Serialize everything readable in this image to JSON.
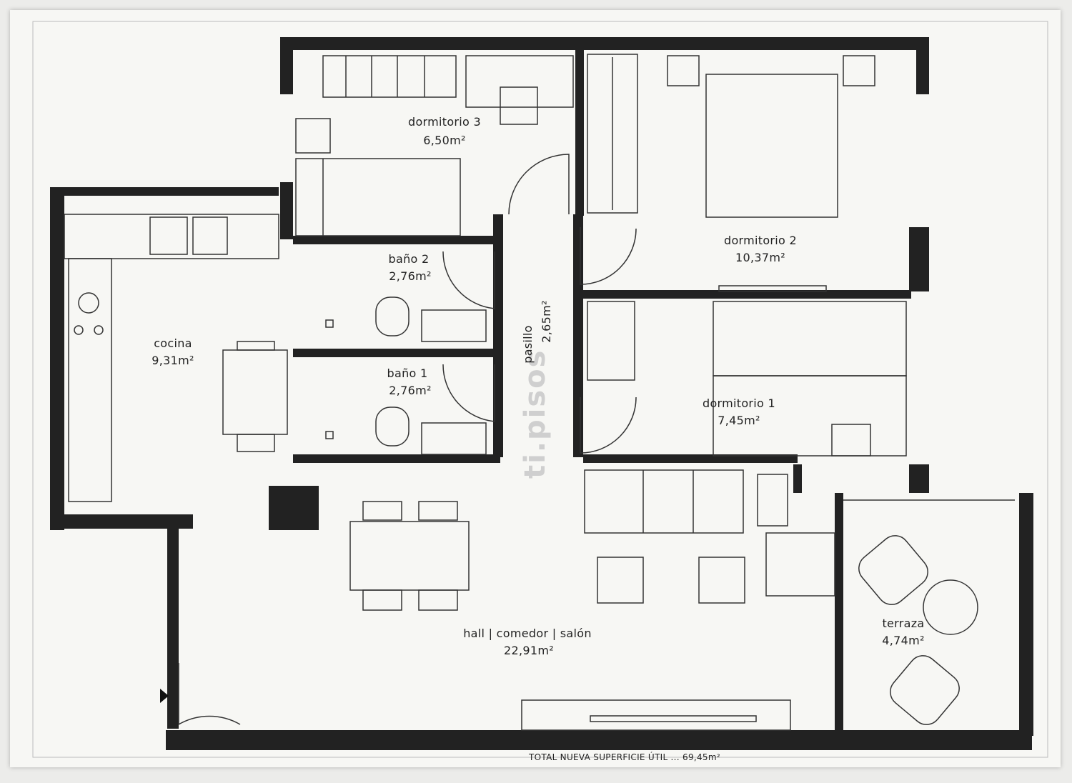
{
  "rooms": {
    "dormitorio3": {
      "name": "dormitorio 3",
      "area": "6,50m²"
    },
    "dormitorio2": {
      "name": "dormitorio 2",
      "area": "10,37m²"
    },
    "dormitorio1": {
      "name": "dormitorio 1",
      "area": "7,45m²"
    },
    "bano2": {
      "name": "baño 2",
      "area": "2,76m²"
    },
    "bano1": {
      "name": "baño 1",
      "area": "2,76m²"
    },
    "pasillo": {
      "name": "pasillo",
      "area": "2,65m²"
    },
    "cocina": {
      "name": "cocina",
      "area": "9,31m²"
    },
    "salon": {
      "name": "hall | comedor | salón",
      "area": "22,91m²"
    },
    "terraza": {
      "name": "terraza",
      "area": "4,74m²"
    }
  },
  "watermark": "ti.pisos",
  "footer": "TOTAL NUEVA SUPERFICIE ÚTIL ... 69,45m²",
  "colors": {
    "paper": "#f7f7f4",
    "ink": "#222222"
  }
}
